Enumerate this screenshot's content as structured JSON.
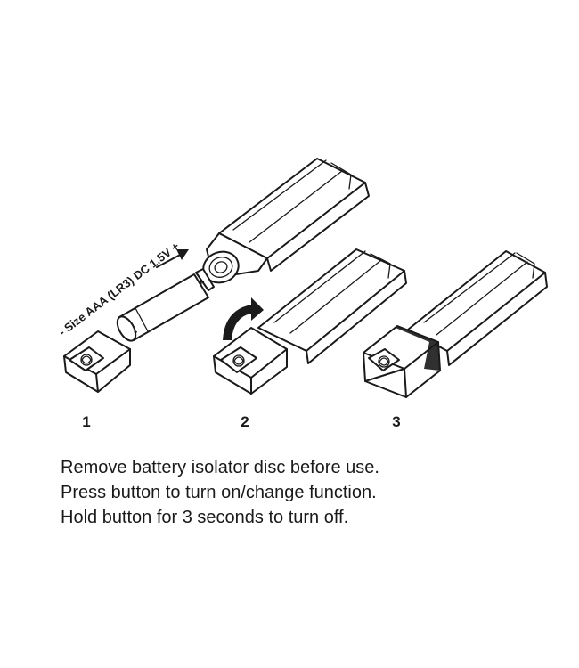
{
  "diagram": {
    "battery_label": "- Size AAA (LR3) DC 1.5V +",
    "battery_minus": "-",
    "battery_plus": "+"
  },
  "steps": [
    {
      "number": "1"
    },
    {
      "number": "2"
    },
    {
      "number": "3"
    }
  ],
  "instructions": [
    "Remove battery isolator disc before use.",
    "Press button to turn on/change function.",
    "Hold button for 3 seconds to turn off."
  ]
}
